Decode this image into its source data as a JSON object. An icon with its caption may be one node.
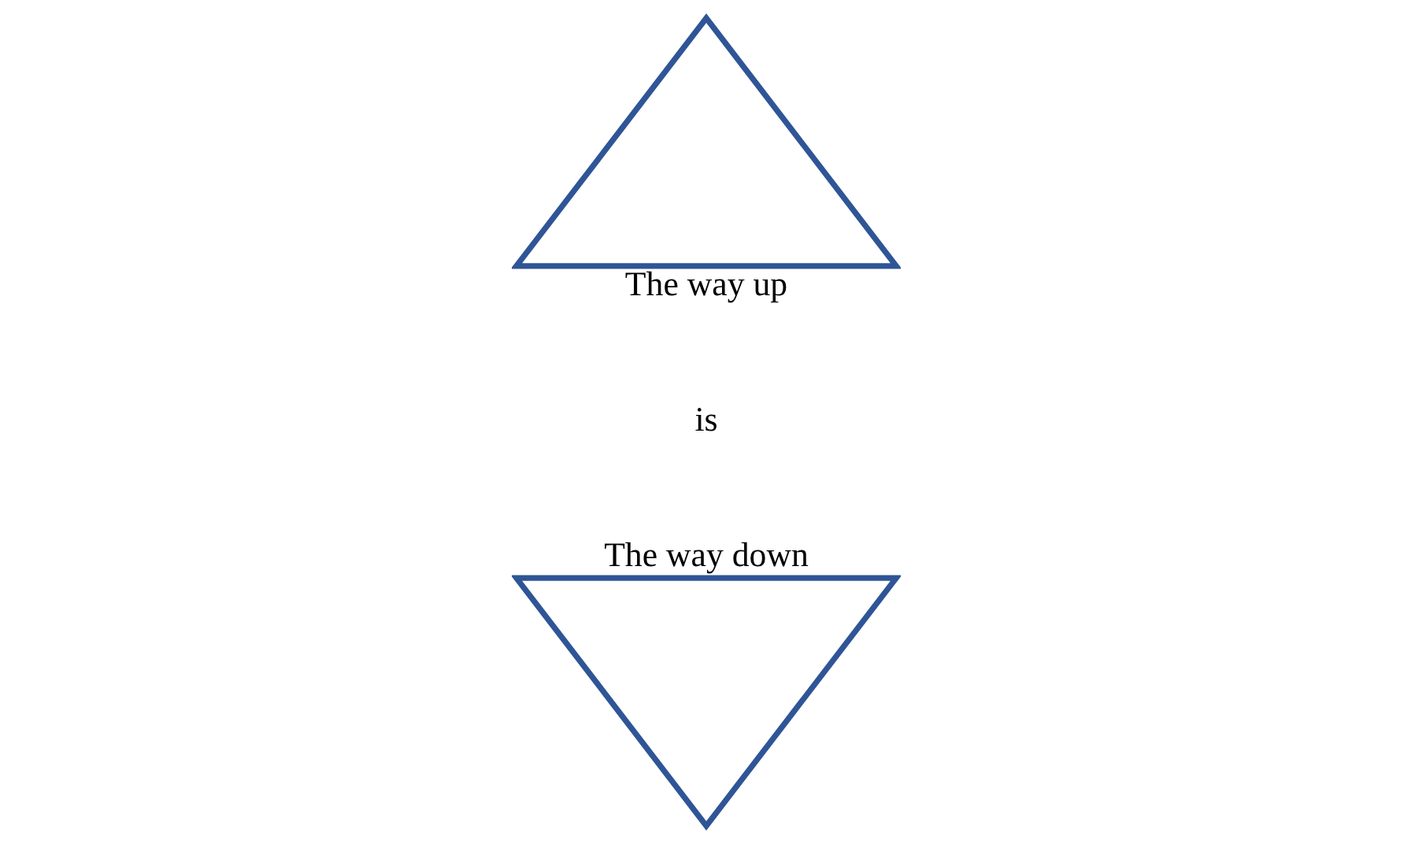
{
  "diagram": {
    "nodes": [
      {
        "text": [
          "The way up"
        ]
      },
      {
        "text": [
          "The way down"
        ]
      }
    ],
    "labels": [
      "is"
    ]
  }
}
